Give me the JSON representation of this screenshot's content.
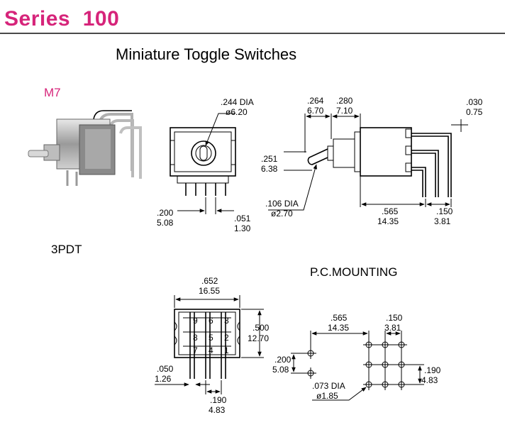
{
  "header": {
    "series": "Series  100",
    "subtitle": "Miniature Toggle Switches"
  },
  "model": "M7",
  "pole_type": "3PDT",
  "pc_mounting_title": "P.C.MOUNTING",
  "front_view": {
    "dia_in": ".244 DIA",
    "dia_mm": "ø6.20",
    "pitch_in": ".200",
    "pitch_mm": "5.08",
    "pin_in": ".051",
    "pin_mm": "1.30"
  },
  "side_view": {
    "w1_in": ".264",
    "w1_mm": "6.70",
    "w2_in": ".280",
    "w2_mm": "7.10",
    "t_in": ".030",
    "t_mm": "0.75",
    "h_in": ".251",
    "h_mm": "6.38",
    "dia_in": ".106 DIA",
    "dia_mm": "ø2.70",
    "body_in": ".565",
    "body_mm": "14.35",
    "pin_in": ".150",
    "pin_mm": "3.81"
  },
  "bottom_view": {
    "width_in": ".652",
    "width_mm": "16.55",
    "height_in": ".500",
    "height_mm": "12.70",
    "pin_in": ".050",
    "pin_mm": "1.26",
    "pitch_in": ".190",
    "pitch_mm": "4.83",
    "terminals": [
      "9",
      "6",
      "3",
      "8",
      "5",
      "2",
      "7",
      "4",
      "1"
    ]
  },
  "pc_layout": {
    "span_in": ".565",
    "span_mm": "14.35",
    "col_in": ".150",
    "col_mm": "3.81",
    "mount_in": ".200",
    "mount_mm": "5.08",
    "row_in": ".190",
    "row_mm": "4.83",
    "hole_in": ".073 DIA",
    "hole_mm": "ø1.85"
  }
}
